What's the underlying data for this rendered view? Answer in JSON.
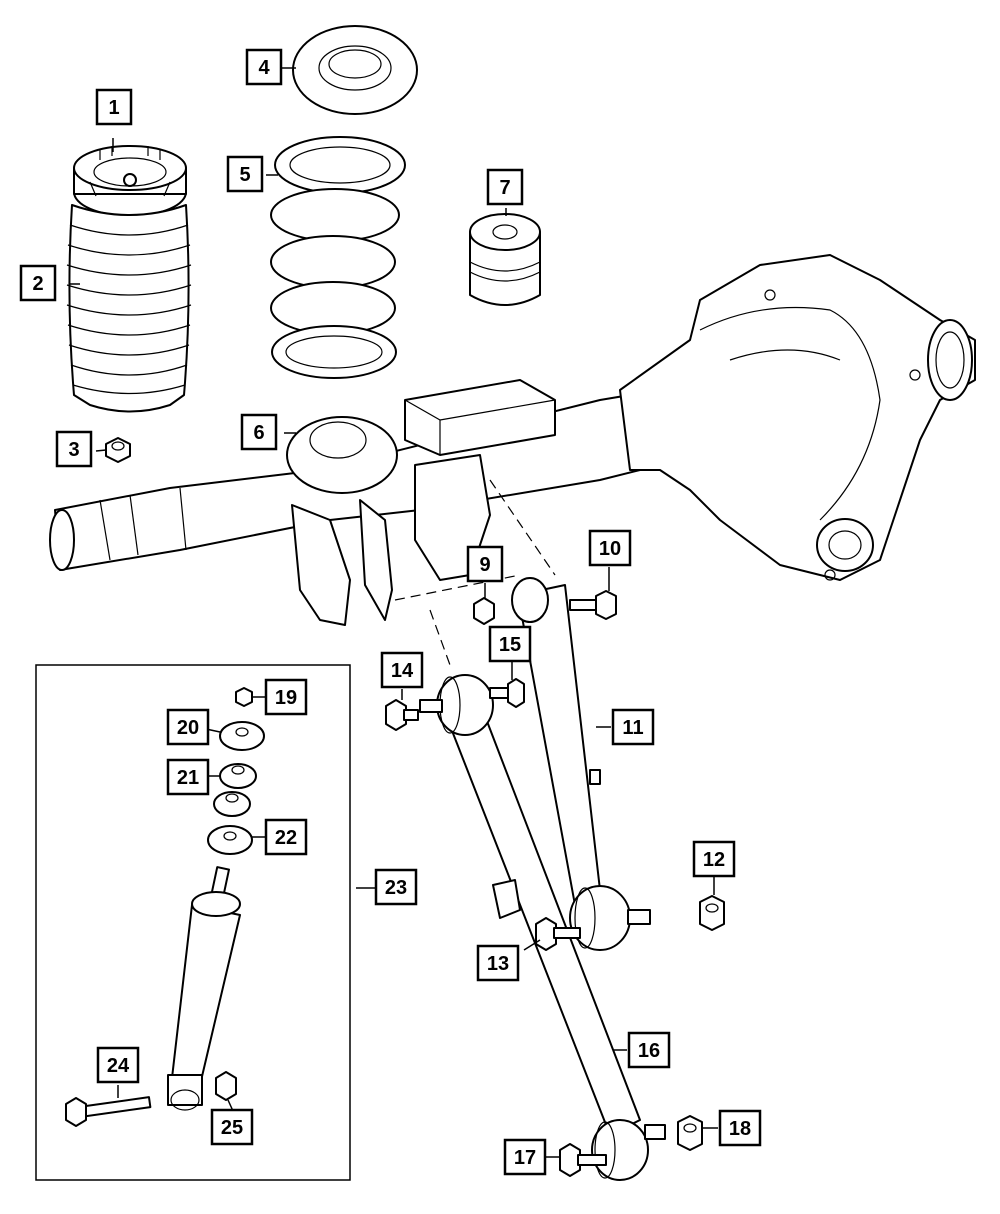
{
  "diagram": {
    "callouts": [
      {
        "id": "1",
        "text": "1"
      },
      {
        "id": "2",
        "text": "2"
      },
      {
        "id": "3",
        "text": "3"
      },
      {
        "id": "4",
        "text": "4"
      },
      {
        "id": "5",
        "text": "5"
      },
      {
        "id": "6",
        "text": "6"
      },
      {
        "id": "7",
        "text": "7"
      },
      {
        "id": "9",
        "text": "9"
      },
      {
        "id": "10",
        "text": "10"
      },
      {
        "id": "11",
        "text": "11"
      },
      {
        "id": "12",
        "text": "12"
      },
      {
        "id": "13",
        "text": "13"
      },
      {
        "id": "14",
        "text": "14"
      },
      {
        "id": "15",
        "text": "15"
      },
      {
        "id": "16",
        "text": "16"
      },
      {
        "id": "17",
        "text": "17"
      },
      {
        "id": "18",
        "text": "18"
      },
      {
        "id": "19",
        "text": "19"
      },
      {
        "id": "20",
        "text": "20"
      },
      {
        "id": "21",
        "text": "21"
      },
      {
        "id": "22",
        "text": "22"
      },
      {
        "id": "23",
        "text": "23"
      },
      {
        "id": "24",
        "text": "24"
      },
      {
        "id": "25",
        "text": "25"
      }
    ]
  }
}
